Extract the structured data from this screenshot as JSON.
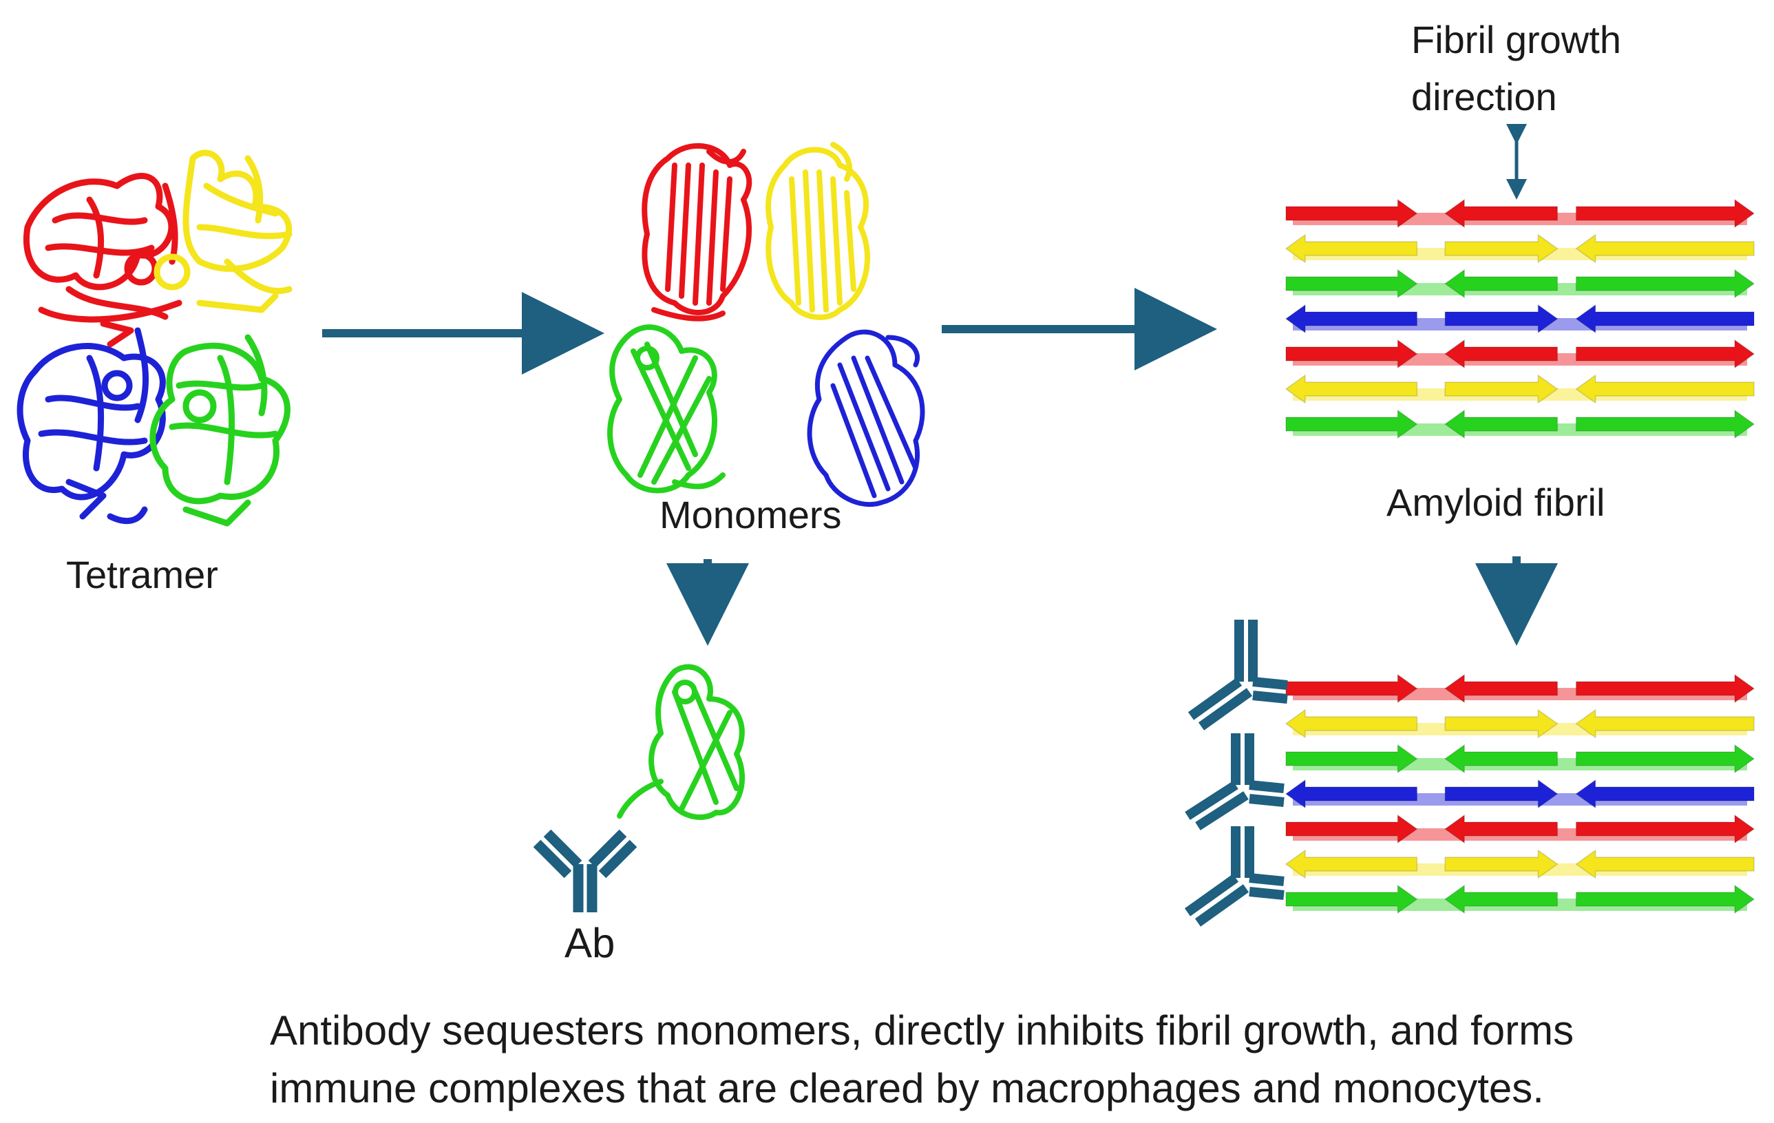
{
  "labels": {
    "tetramer": "Tetramer",
    "monomers": "Monomers",
    "fibril_direction_line1": "Fibril growth",
    "fibril_direction_line2": "direction",
    "amyloid_fibril": "Amyloid fibril",
    "antibody": "Ab"
  },
  "caption": {
    "line1": "Antibody sequesters monomers, directly inhibits fibril growth, and forms",
    "line2": "immune complexes that are cleared by macrophages and monocytes."
  },
  "colors": {
    "arrow": "#1f5f7f",
    "antibody": "#1f5f7f",
    "red": "#e8141a",
    "yellow": "#f4e51c",
    "green": "#27d21f",
    "blue": "#1e22d6"
  },
  "fibril_layers": [
    "red",
    "yellow",
    "green",
    "blue",
    "red",
    "yellow",
    "green"
  ]
}
